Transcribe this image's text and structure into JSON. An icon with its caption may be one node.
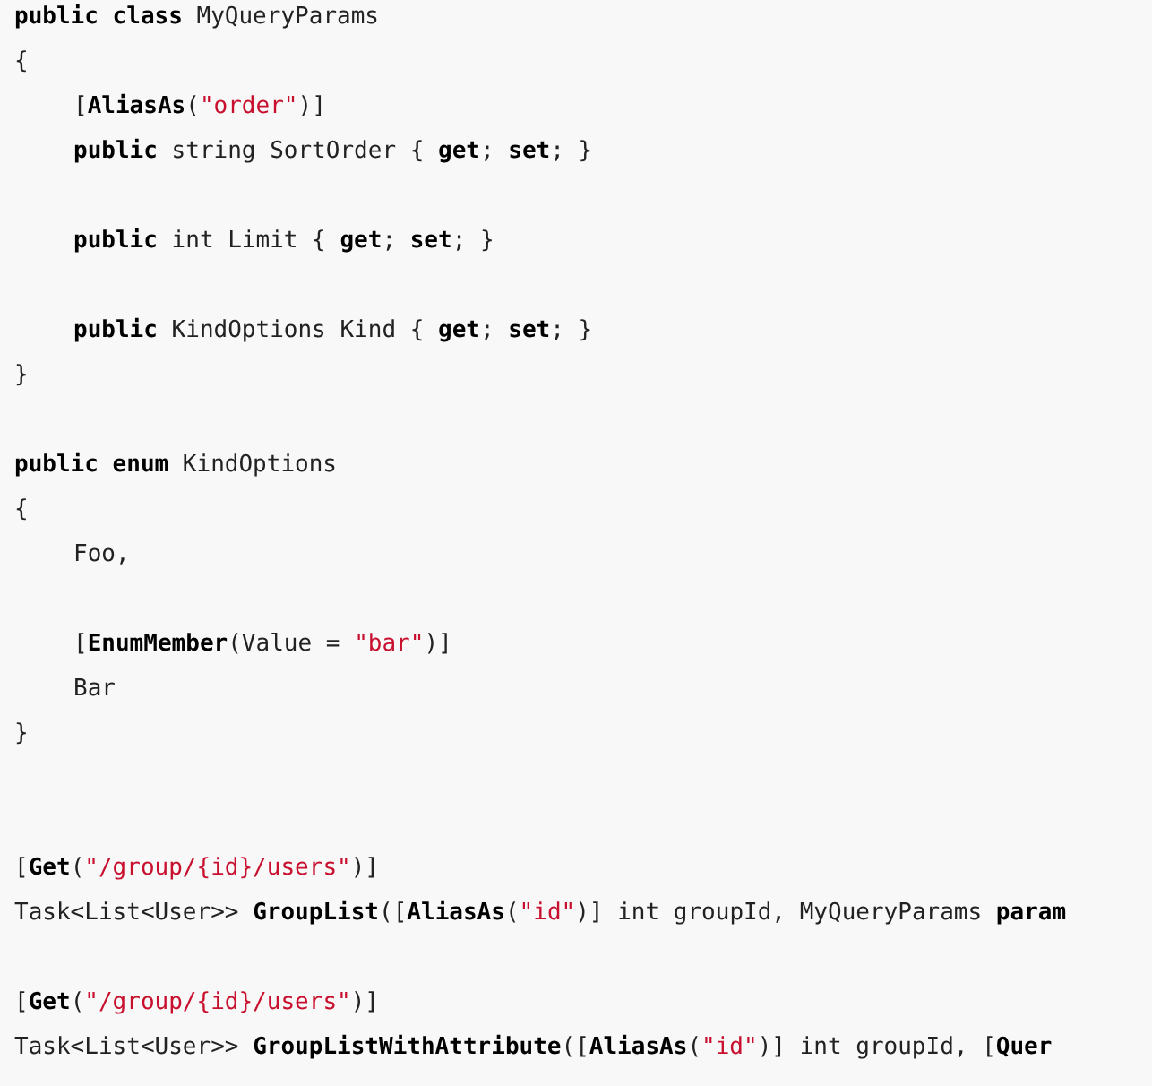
{
  "diagram": {
    "labels": [
      "**public class** MyQueryParams",
      "{",
      "[**AliasAs**(\"order\")]",
      "**public** string SortOrder { **get**; **set**; }",
      "**public** int Limit { **get**; **set**; }",
      "**public** KindOptions Kind { **get**; **set**; }",
      "}",
      "**public enum** KindOptions",
      "{",
      "Foo,",
      "[**EnumMember**(Value = \"bar\")]",
      "Bar",
      "}",
      "[**Get**(\"/group/{id}/users\")]",
      "Task<List<User>> **GroupList**([**AliasAs**(\"id\")] int groupId, MyQueryParams **param**",
      "[**Get**(\"/group/{id}/users\")]",
      "Task<List<User>> **GroupListWithAttribute**([**AliasAs**(\"id\")] int groupId, [**Quer**"
    ]
  }
}
